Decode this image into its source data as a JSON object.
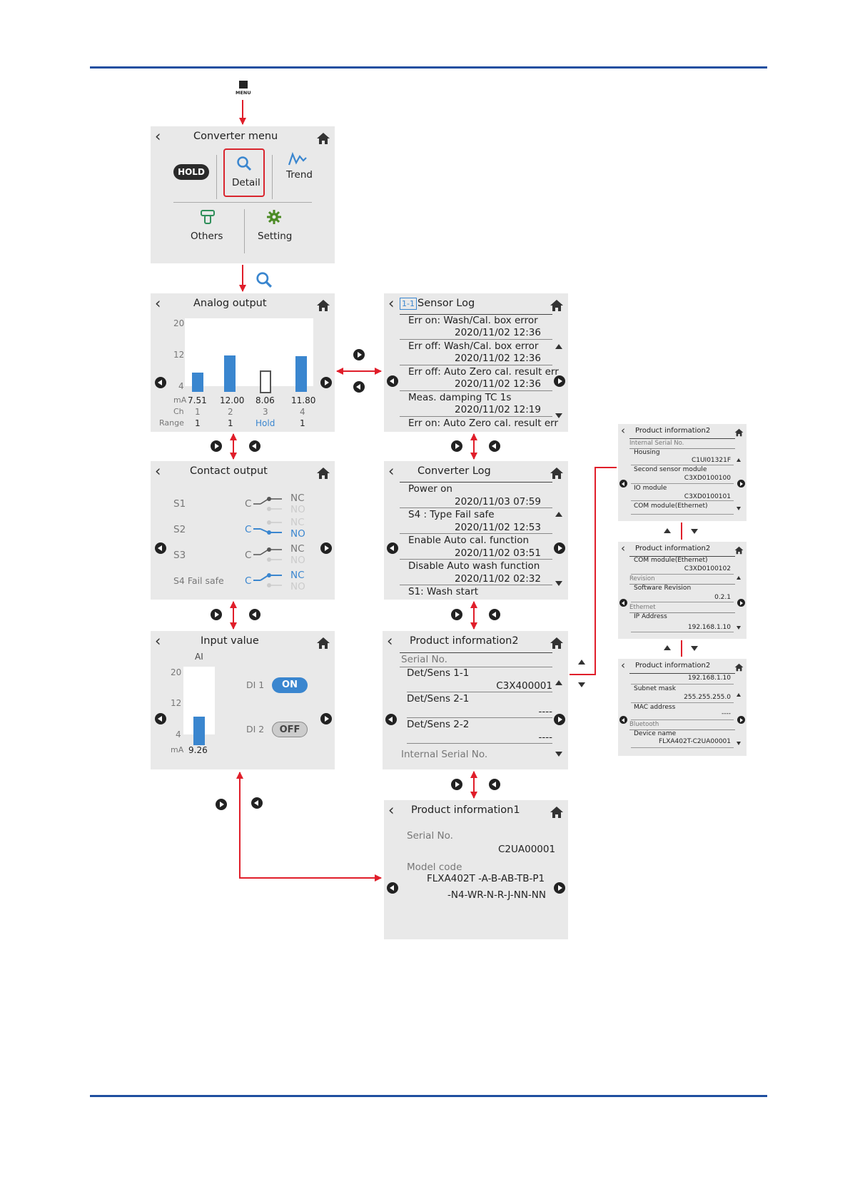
{
  "top_icon": {
    "label": "MENU"
  },
  "converter_menu": {
    "title": "Converter menu",
    "hold": "HOLD",
    "detail": "Detail",
    "trend": "Trend",
    "others": "Others",
    "setting": "Setting"
  },
  "analog_output": {
    "title": "Analog output",
    "axis_labels": [
      "20",
      "12",
      "4"
    ],
    "unit": "mA",
    "ch_label": "Ch",
    "range_label": "Range",
    "values": [
      "7.51",
      "12.00",
      "8.06",
      "11.80"
    ],
    "channels": [
      "1",
      "2",
      "3",
      "4"
    ],
    "ranges": [
      "1",
      "1",
      "Hold",
      "1"
    ],
    "chart_data": {
      "type": "bar",
      "categories": [
        "1",
        "2",
        "3",
        "4"
      ],
      "values": [
        7.51,
        12.0,
        8.06,
        11.8
      ],
      "ylim": [
        4,
        20
      ],
      "ylabel": "mA",
      "hold_index": 2
    }
  },
  "sensor_log": {
    "badge": "1-1",
    "title": "Sensor Log",
    "entries": [
      {
        "text": "Err on: Wash/Cal. box error",
        "time": "2020/11/02 12:36"
      },
      {
        "text": "Err off: Wash/Cal. box error",
        "time": "2020/11/02 12:36"
      },
      {
        "text": "Err off: Auto Zero cal. result err",
        "time": "2020/11/02 12:36"
      },
      {
        "text": "Meas. damping TC 1s",
        "time": "2020/11/02 12:19"
      },
      {
        "text": "Err on: Auto Zero cal. result err",
        "time": ""
      }
    ]
  },
  "contact_output": {
    "title": "Contact output",
    "c": "C",
    "nc": "NC",
    "no": "NO",
    "rows": [
      {
        "label": "S1",
        "state": "NC"
      },
      {
        "label": "S2",
        "state": "NO"
      },
      {
        "label": "S3",
        "state": "NC"
      },
      {
        "label": "S4 Fail safe",
        "state": "NC"
      }
    ]
  },
  "converter_log": {
    "title": "Converter Log",
    "entries": [
      {
        "text": "Power on",
        "time": "2020/11/03 07:59"
      },
      {
        "text": "S4 : Type Fail safe",
        "time": "2020/11/02 12:53"
      },
      {
        "text": "Enable Auto cal. function",
        "time": "2020/11/02 03:51"
      },
      {
        "text": "Disable Auto wash function",
        "time": "2020/11/02 02:32"
      },
      {
        "text": "S1: Wash start",
        "time": ""
      }
    ]
  },
  "input_value": {
    "title": "Input value",
    "ai": "AI",
    "axis_labels": [
      "20",
      "12",
      "4"
    ],
    "unit": "mA",
    "value": "9.26",
    "di1": {
      "label": "DI 1",
      "state": "ON"
    },
    "di2": {
      "label": "DI 2",
      "state": "OFF"
    },
    "chart_data": {
      "type": "bar",
      "categories": [
        "AI"
      ],
      "values": [
        9.26
      ],
      "ylim": [
        4,
        20
      ],
      "ylabel": "mA"
    }
  },
  "product_info2": {
    "title": "Product information2",
    "section": "Serial No.",
    "rows": [
      {
        "label": "Det/Sens 1-1",
        "value": "C3X400001"
      },
      {
        "label": "Det/Sens 2-1",
        "value": "----"
      },
      {
        "label": "Det/Sens 2-2",
        "value": "----"
      }
    ],
    "footer": "Internal Serial No."
  },
  "product_info1": {
    "title": "Product information1",
    "serial_label": "Serial No.",
    "serial_value": "C2UA00001",
    "model_label": "Model code",
    "model_line1": "FLXA402T  -A-B-AB-TB-P1",
    "model_line2": "-N4-WR-N-R-J-NN-NN"
  },
  "pi2_a": {
    "title": "Product information2",
    "section": "Internal Serial No.",
    "rows": [
      {
        "label": "Housing",
        "value": "C1UI01321F"
      },
      {
        "label": "Second sensor module",
        "value": "C3XD0100100"
      },
      {
        "label": "IO module",
        "value": "C3XD0100101"
      },
      {
        "label": "COM module(Ethernet)",
        "value": ""
      }
    ]
  },
  "pi2_b": {
    "title": "Product information2",
    "row1": {
      "label": "COM module(Ethernet)",
      "value": "C3XD0100102"
    },
    "section2": "Revision",
    "row2": {
      "label": "Software Revision",
      "value": "0.2.1"
    },
    "section3": "Ethernet",
    "row3": {
      "label": "IP Address",
      "value": "192.168.1.10"
    }
  },
  "pi2_c": {
    "title": "Product information2",
    "row0": {
      "value": "192.168.1.10"
    },
    "row1": {
      "label": "Subnet mask",
      "value": "255.255.255.0"
    },
    "row2": {
      "label": "MAC address",
      "value": "----"
    },
    "section": "Bluetooth",
    "row3": {
      "label": "Device name",
      "value": "FLXA402T-C2UA00001"
    }
  },
  "colors": {
    "accent": "#3a86cf",
    "arrow": "#e01e2a",
    "rule": "#1f4fa0",
    "panel": "#e9e9e9"
  }
}
